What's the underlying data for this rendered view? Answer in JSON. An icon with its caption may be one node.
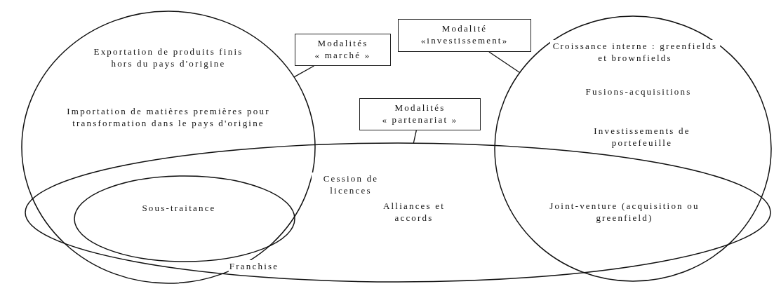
{
  "diagram": {
    "nodes": [
      {
        "text": [
          "Modalités « marché »"
        ]
      },
      {
        "text": [
          "Modalité «investissement»"
        ]
      },
      {
        "text": [
          "Modalités « partenariat »"
        ]
      },
      {
        "text": [],
        "shape": "circle"
      },
      {
        "text": [],
        "shape": "circle"
      },
      {
        "text": [],
        "shape": "circle"
      },
      {
        "text": [],
        "shape": "circle"
      }
    ],
    "edges": [
      {
        "from": 0,
        "to": 3,
        "arrow": "none"
      },
      {
        "from": 1,
        "to": 4,
        "arrow": "none"
      },
      {
        "from": 2,
        "to": 5,
        "arrow": "none"
      }
    ],
    "labels": [
      "Exportation de produits finis hors du pays d'origine",
      "Importation de matières premières pour transformation dans le pays d'origine",
      "Croissance interne : greenfields et brownfields",
      "Fusions-acquisitions",
      "Investissements de portefeuille",
      "Cession de licences",
      "Sous-traitance",
      "Alliances et accords",
      "Joint-venture (acquisition ou greenfield)",
      "Franchise"
    ]
  }
}
